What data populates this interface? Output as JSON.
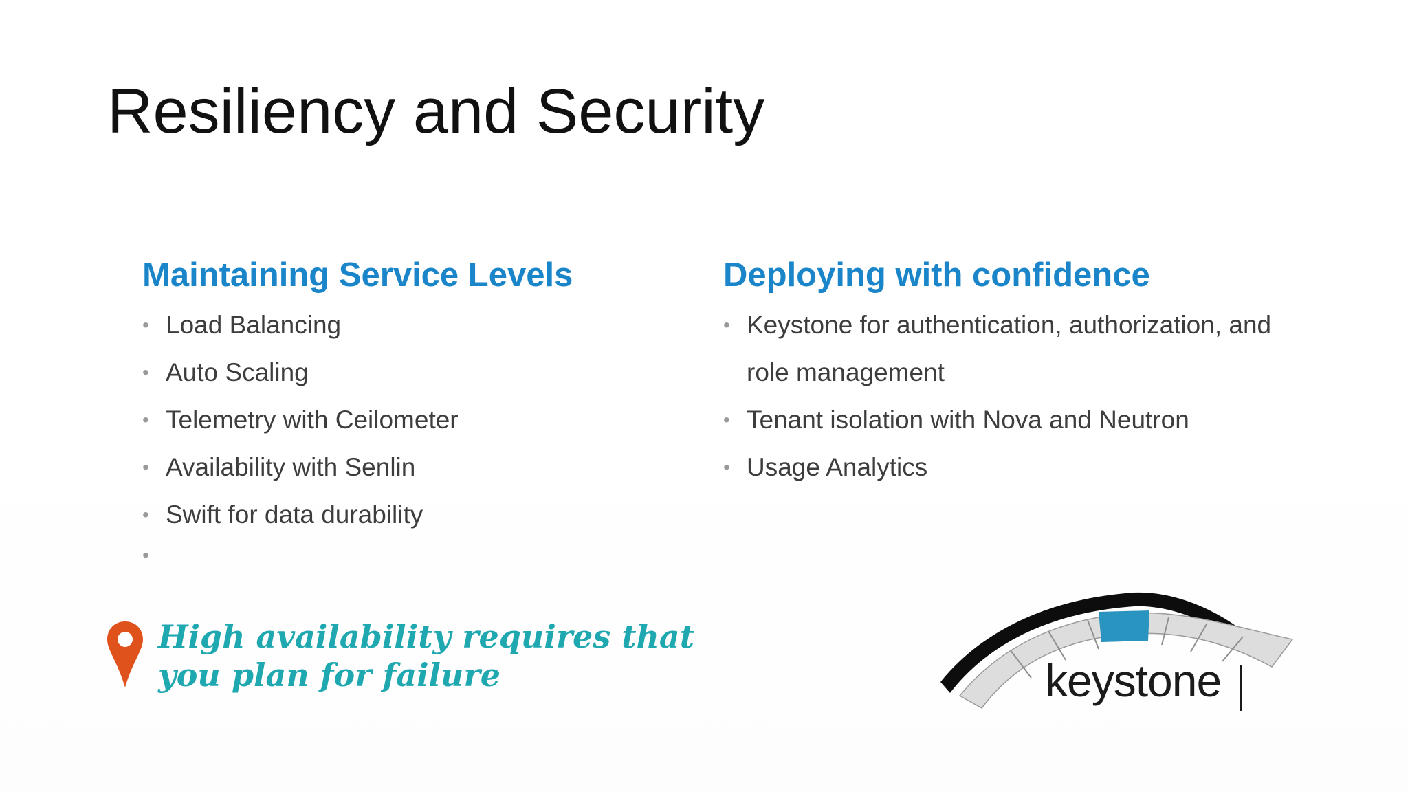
{
  "slide": {
    "title": "Resiliency and Security",
    "left_column": {
      "heading": "Maintaining Service Levels",
      "bullets": [
        "Load Balancing",
        "Auto Scaling",
        "Telemetry with Ceilometer",
        "Availability with Senlin",
        "Swift for data durability",
        ""
      ]
    },
    "right_column": {
      "heading": "Deploying with confidence",
      "bullets": [
        "Keystone for authentication, authorization, and role management",
        "Tenant isolation with Nova and Neutron",
        "Usage Analytics"
      ]
    },
    "callout": {
      "icon": "map-pin-icon",
      "line1": "High availability requires that",
      "line2": "you plan for failure"
    },
    "logo": {
      "text": "keystone",
      "icon": "keystone-arch-logo"
    },
    "colors": {
      "heading": "#1a85c8",
      "callout_text": "#1fa8b0",
      "pin": "#e0521b",
      "logo_accent": "#2a94c0"
    }
  }
}
